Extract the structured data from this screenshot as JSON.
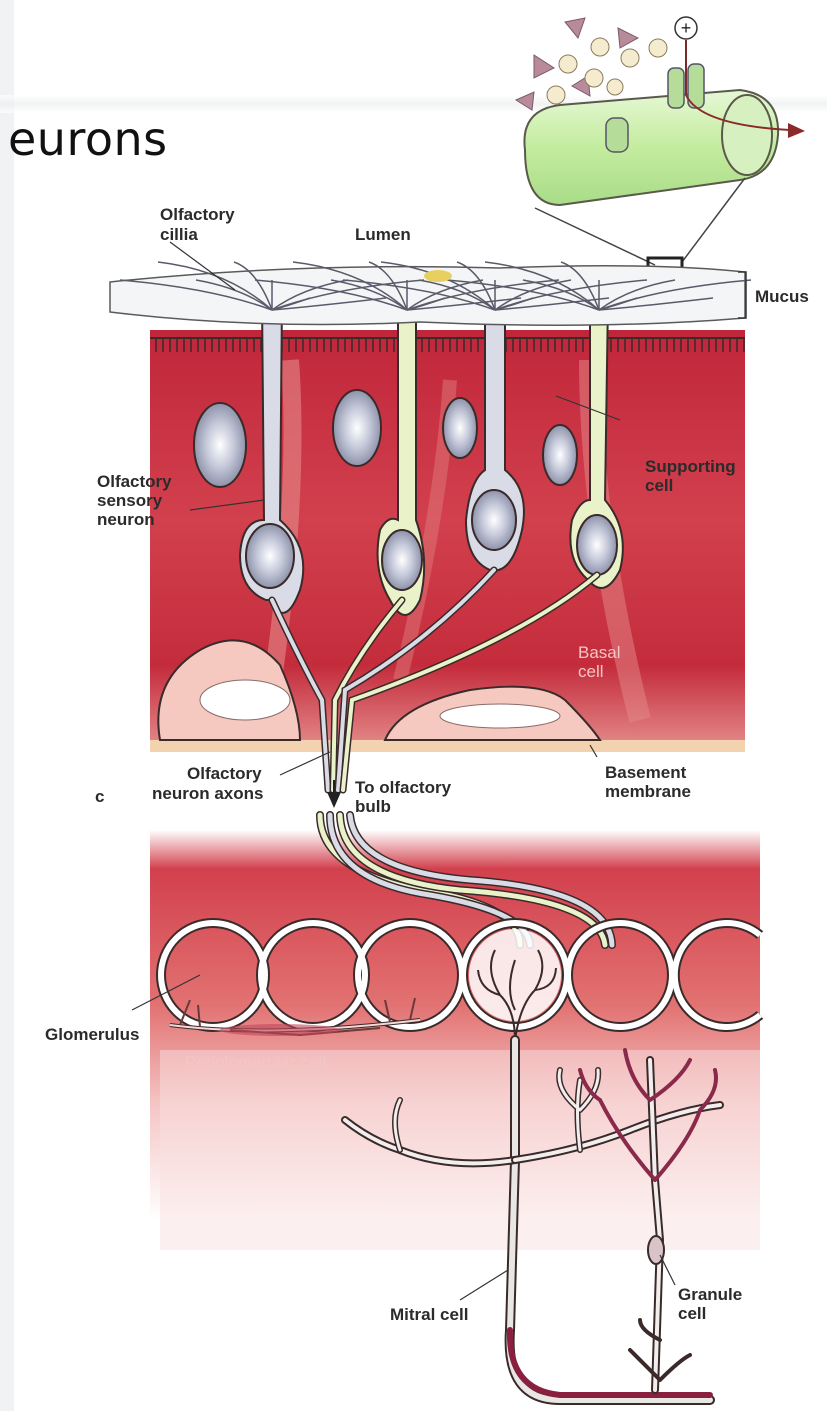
{
  "title_fragment": "eurons",
  "receptor_inset": {
    "charge_symbol": "+"
  },
  "labels": {
    "olfactory_cilia": [
      "Olfactory",
      "cillia"
    ],
    "lumen": "Lumen",
    "mucus": "Mucus",
    "supporting_cell": [
      "Supporting",
      "cell"
    ],
    "olfactory_sensory_neuron": [
      "Olfactory",
      "sensory",
      "neuron"
    ],
    "basal_cell": [
      "Basal",
      "cell"
    ],
    "olfactory_neuron_axons": [
      "Olfactory",
      "neuron axons"
    ],
    "to_olfactory_bulb": [
      "To olfactory",
      "bulb"
    ],
    "basement_membrane": [
      "Basement",
      "membrane"
    ],
    "panel_letter": "c",
    "glomerulus": "Glomerulus",
    "periglomerular_cell": "Periglomerular cell",
    "mitral_cell": "Mitral cell",
    "granule_cell": [
      "Granule",
      "cell"
    ]
  },
  "colors": {
    "epithelium_red": "#c62a3a",
    "epithelium_pink": "#f2b9b9",
    "neuron_gray": "#d9dce6",
    "neuron_green": "#e9f2c8",
    "receptor_green": "#c9ecb0",
    "outline": "#3a2a2a"
  }
}
